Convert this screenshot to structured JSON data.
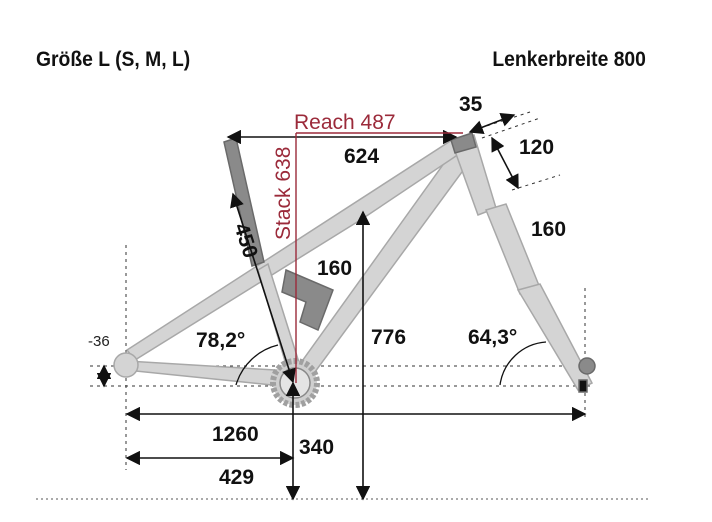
{
  "header": {
    "size_label": "Größe L (S, M, L)",
    "handlebar_label": "Lenkerbreite 800"
  },
  "dimensions": {
    "reach": "Reach 487",
    "stack": "Stack 638",
    "top_tube": "624",
    "stem": "35",
    "headset_stack": "120",
    "fork_travel": "160",
    "seat_tube": "450",
    "rear_travel": "160",
    "seat_angle": "78,2°",
    "bb_height": "776",
    "head_angle": "64,3°",
    "bb_drop": "-36",
    "wheelbase": "1260",
    "bb_to_ground": "340",
    "chainstay": "429"
  },
  "colors": {
    "frame": "#d4d4d4",
    "frame_outline": "#a8a8a8",
    "dark_part": "#8a8a8a",
    "dimension": "#111111",
    "reach_stack": "#9b2a3a"
  }
}
